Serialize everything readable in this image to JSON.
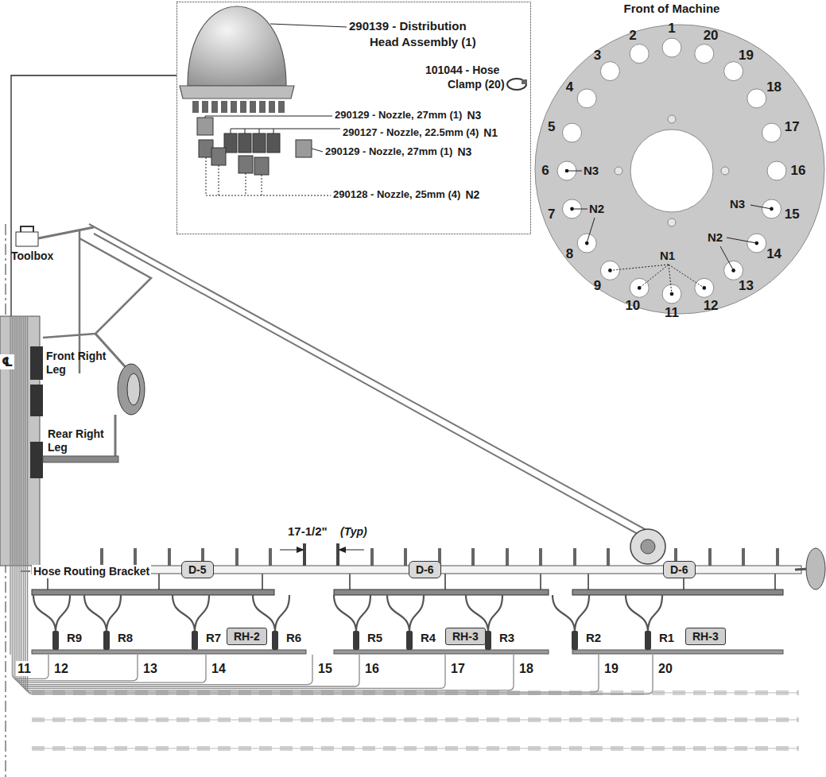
{
  "diagram": {
    "nodes": [
      {
        "text": [
          "290139 - Distribution Head Assembly (1)",
          "101044 - Hose Clamp (20)",
          "290129 - Nozzle, 27mm (1)",
          "290127 - Nozzle, 22.5mm (4)",
          "290129 - Nozzle, 27mm (1)",
          "290128 - Nozzle, 25mm (4)"
        ]
      },
      {
        "text": [
          "D-5"
        ]
      },
      {
        "text": [
          "D-6"
        ]
      },
      {
        "text": [
          "D-6"
        ]
      },
      {
        "text": [
          "RH-2"
        ]
      },
      {
        "text": [
          "RH-3"
        ]
      },
      {
        "text": [
          "RH-3"
        ]
      }
    ],
    "labels": [
      "Front of Machine",
      "1",
      "2",
      "3",
      "4",
      "5",
      "6",
      "7",
      "8",
      "9",
      "10",
      "11",
      "12",
      "13",
      "14",
      "15",
      "16",
      "17",
      "18",
      "19",
      "20",
      "N3",
      "N2",
      "N1",
      "N2",
      "N3",
      "N3",
      "N1",
      "N3",
      "N2",
      "Toolbox",
      "Front Right Leg",
      "℄",
      "Rear Right Leg",
      "17-1/2\"",
      "(Typ)",
      "Hose Routing Bracket",
      "R9",
      "R8",
      "R7",
      "R6",
      "R5",
      "R4",
      "R3",
      "R2",
      "R1",
      "11",
      "12",
      "13",
      "14",
      "15",
      "16",
      "17",
      "18",
      "19",
      "20"
    ]
  }
}
